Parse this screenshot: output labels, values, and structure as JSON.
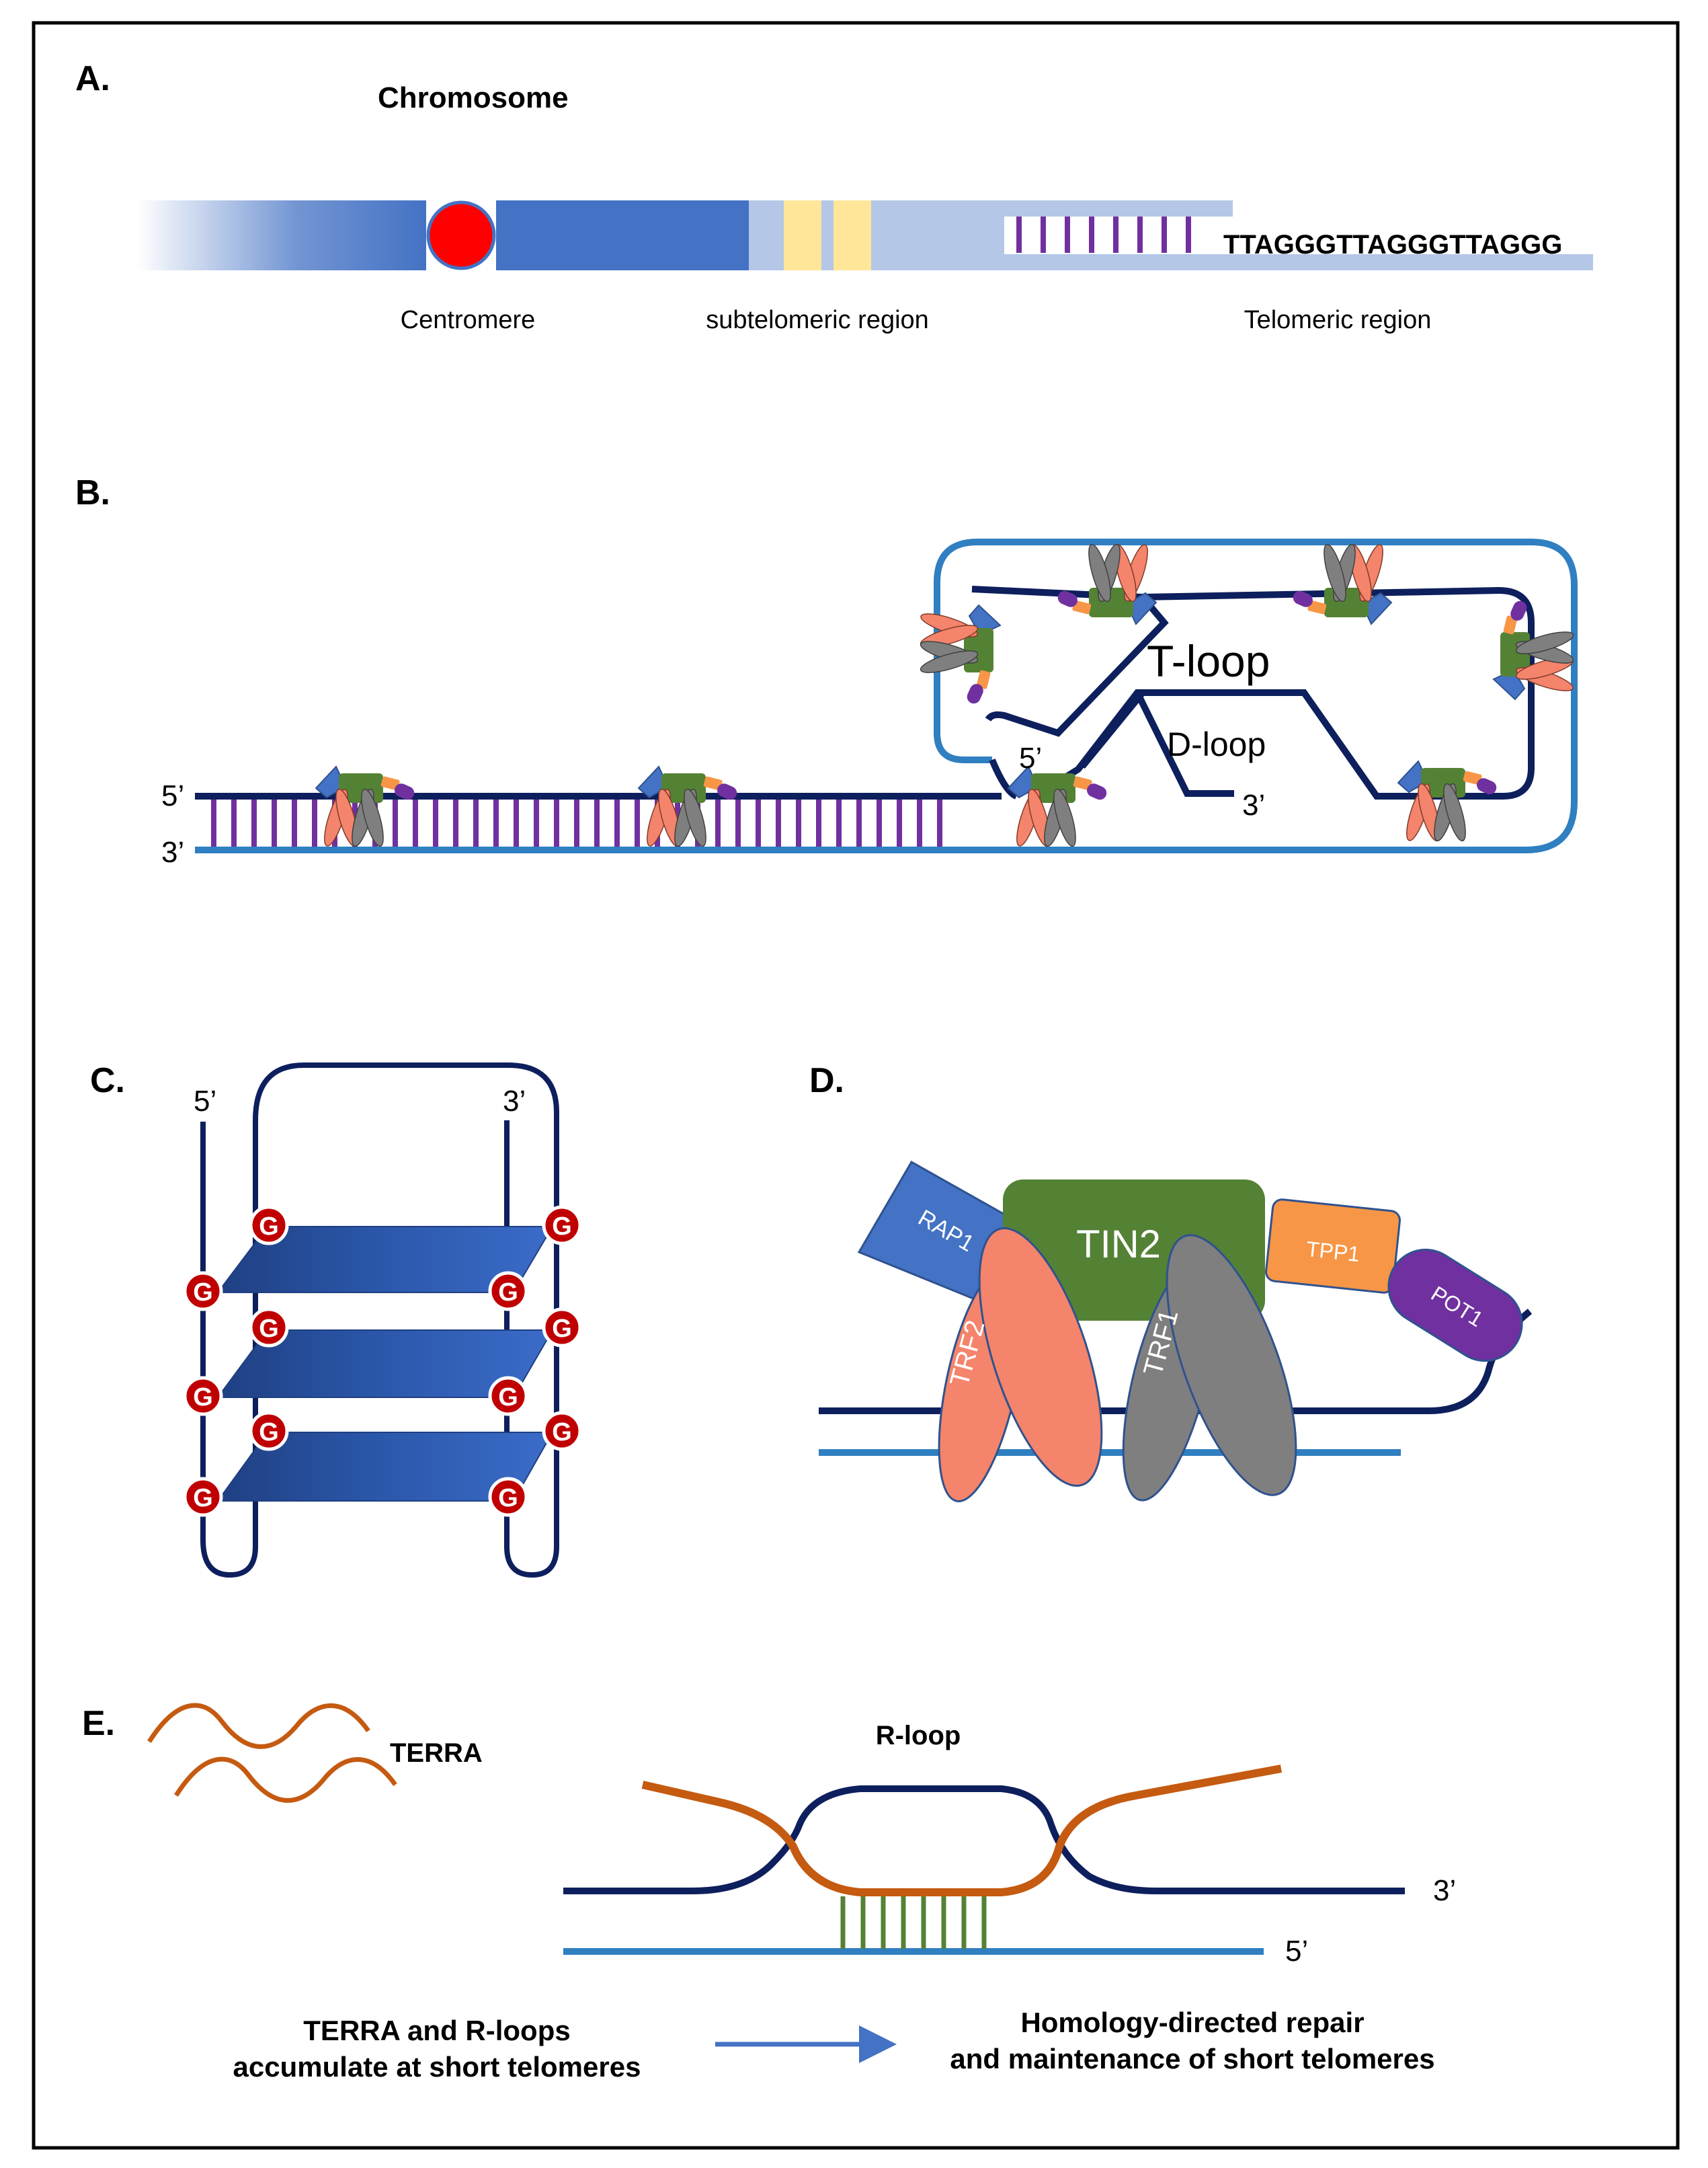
{
  "panels": {
    "a": {
      "label": "A.",
      "title": "Chromosome",
      "centromere_label": "Centromere",
      "subtelomeric_label": "subtelomeric region",
      "telomeric_label": "Telomeric region",
      "sequence": "TTAGGGTTAGGGTTAGGG"
    },
    "b": {
      "label": "B.",
      "five_prime_strand": "5’",
      "three_prime_strand": "3’",
      "t_loop": "T-loop",
      "d_loop": "D-loop",
      "invading_five_prime": "5’",
      "overhang_three_prime": "3’"
    },
    "c": {
      "label": "C.",
      "five_prime": "5’",
      "three_prime": "3’",
      "guanine": "G"
    },
    "d": {
      "label": "D.",
      "rap1": "RAP1",
      "tin2": "TIN2",
      "tpp1": "TPP1",
      "pot1": "POT1",
      "trf2": "TRF2",
      "trf1": "TRF1"
    },
    "e": {
      "label": "E.",
      "terra": "TERRA",
      "r_loop": "R-loop",
      "three_prime": "3’",
      "five_prime": "5’",
      "left_caption": [
        "TERRA and R-loops",
        "accumulate at short telomeres"
      ],
      "right_caption": [
        "Homology-directed repair",
        "and maintenance of short telomeres"
      ]
    }
  },
  "colors": {
    "chromosome_blue": "#4472c4",
    "subtelomere_light": "#b4c7e7",
    "subtelomere_band": "#ffe699",
    "centromere": "#ff0000",
    "telomere_repeat": "#7030a0",
    "dna_dark": "#0d1f5c",
    "dna_light": "#2f7fc1",
    "tin2": "#548235",
    "trf2": "#f4846b",
    "trf1": "#7f7f7f",
    "tpp1": "#f79646",
    "pot1": "#7030a0",
    "terra": "#c55a11",
    "hybrid": "#548235"
  }
}
